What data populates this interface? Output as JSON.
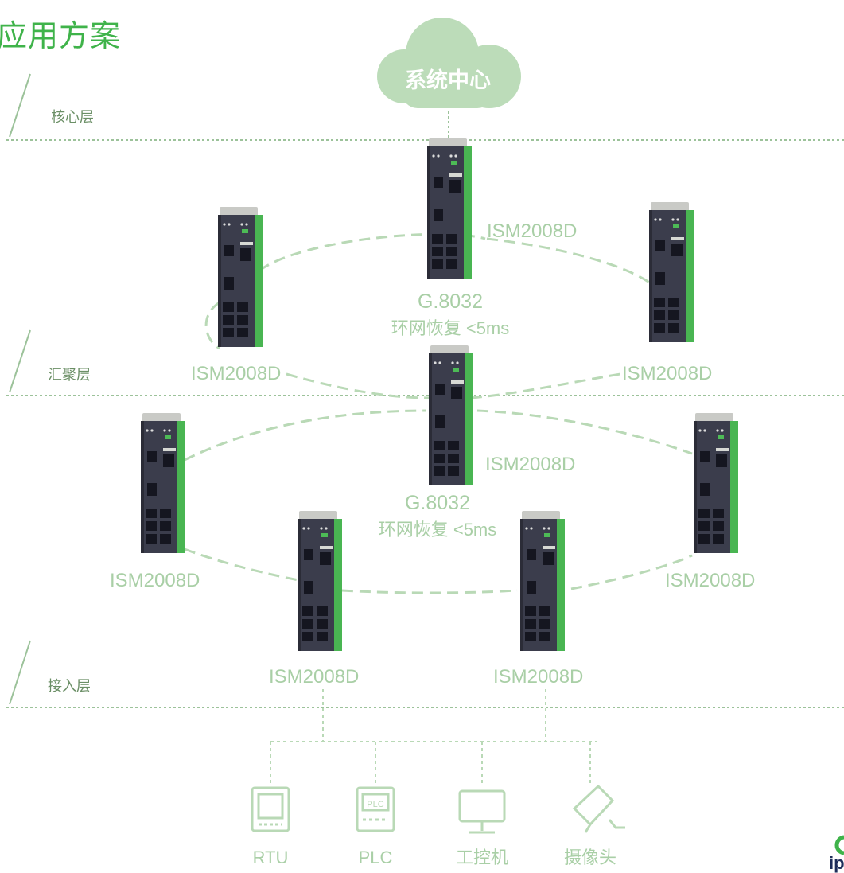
{
  "heading": "应用方案",
  "cloud_label": "系统中心",
  "layers": {
    "core": "核心层",
    "aggregation": "汇聚层",
    "access": "接入层"
  },
  "rings": [
    {
      "protocol": "G.8032",
      "recovery": "环网恢复 <5ms"
    },
    {
      "protocol": "G.8032",
      "recovery": "环网恢复 <5ms"
    }
  ],
  "switch_labels": {
    "core_top": "ISM2008D",
    "ring1_left": "ISM2008D",
    "ring1_right": "ISM2008D",
    "ring2_center": "ISM2008D",
    "ring2_left": "ISM2008D",
    "ring2_right": "ISM2008D",
    "access_left": "ISM2008D",
    "access_right": "ISM2008D"
  },
  "terminals": [
    "RTU",
    "PLC",
    "工控机",
    "摄像头"
  ],
  "terminal_icons": [
    "rtu-icon",
    "plc-icon",
    "computer-icon",
    "camera-icon"
  ],
  "plc_icon_text": "PLC",
  "logo_text": "ip",
  "colors": {
    "accent": "#3fb34a",
    "pale_green": "#a9cfa6",
    "cloud": "#bcdcb9",
    "device_body": "#3b3d4c"
  }
}
